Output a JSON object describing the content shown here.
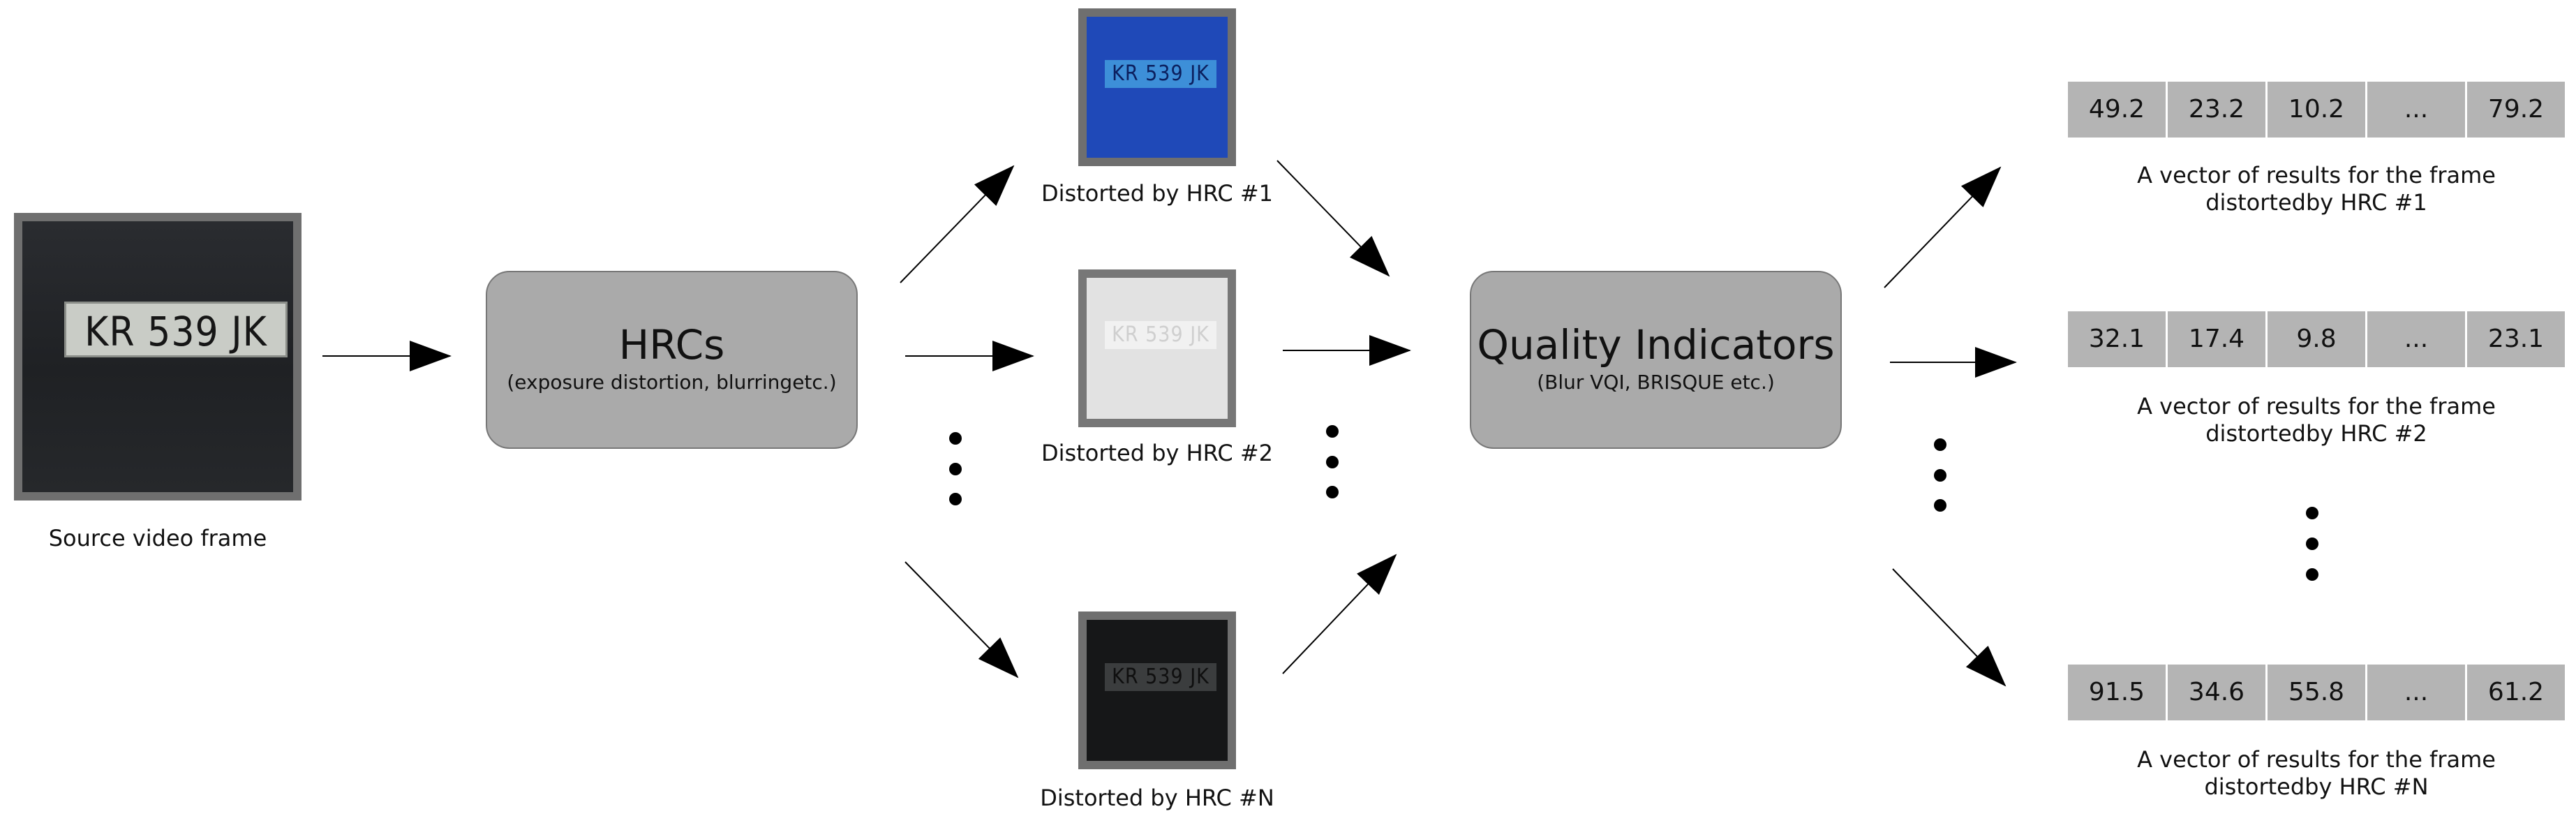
{
  "source": {
    "plate_text": "KR 539 JK",
    "caption": "Source video frame"
  },
  "hrc_node": {
    "title": "HRCs",
    "subtitle": "(exposure distortion, blurringetc.)"
  },
  "distorted": [
    {
      "plate_text": "KR 539 JK",
      "caption": "Distorted by HRC  #1"
    },
    {
      "plate_text": "KR 539 JK",
      "caption": "Distorted by HRC  #2"
    },
    {
      "plate_text": "KR 539 JK",
      "caption": "Distorted by HRC  #N"
    }
  ],
  "qi_node": {
    "title": "Quality Indicators",
    "subtitle": "(Blur VQI, BRISQUE   etc.)"
  },
  "results": [
    {
      "values": [
        "49.2",
        "23.2",
        "10.2",
        "...",
        "79.2"
      ],
      "caption_line1": "A vector of results for the frame",
      "caption_line2": "distortedby HRC  #1"
    },
    {
      "values": [
        "32.1",
        "17.4",
        "9.8",
        "...",
        "23.1"
      ],
      "caption_line1": "A vector of results for the frame",
      "caption_line2": "distortedby HRC  #2"
    },
    {
      "values": [
        "91.5",
        "34.6",
        "55.8",
        "...",
        "61.2"
      ],
      "caption_line1": "A vector of results for the frame",
      "caption_line2": "distortedby HRC  #N"
    }
  ],
  "colors": {
    "node_fill": "#aaaaaa",
    "cell_fill": "#b4b4b4",
    "frame_border": "#6f6f6f",
    "arrow": "#000000"
  }
}
